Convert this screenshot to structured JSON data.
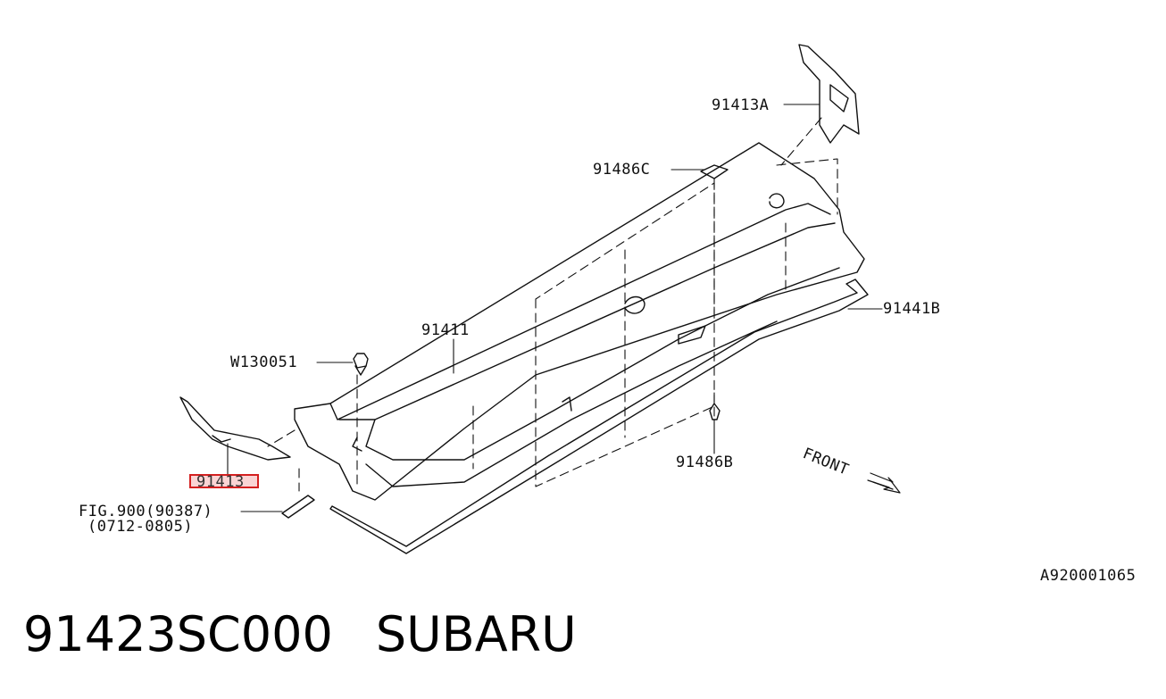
{
  "diagram": {
    "callouts": {
      "p91413a": "91413A",
      "p91486c": "91486C",
      "p91441b": "91441B",
      "p91411": "91411",
      "pw130051": "W130051",
      "p91486b": "91486B",
      "p91413": "91413",
      "fig_ref": "FIG.900(90387)",
      "fig_range": "(0712-0805)"
    },
    "front_label": "FRONT",
    "diagram_code": "A920001065",
    "highlighted_part": "91413",
    "highlight_color": "#d42020"
  },
  "footer": {
    "part_number": "91423SC000",
    "brand": "SUBARU"
  }
}
